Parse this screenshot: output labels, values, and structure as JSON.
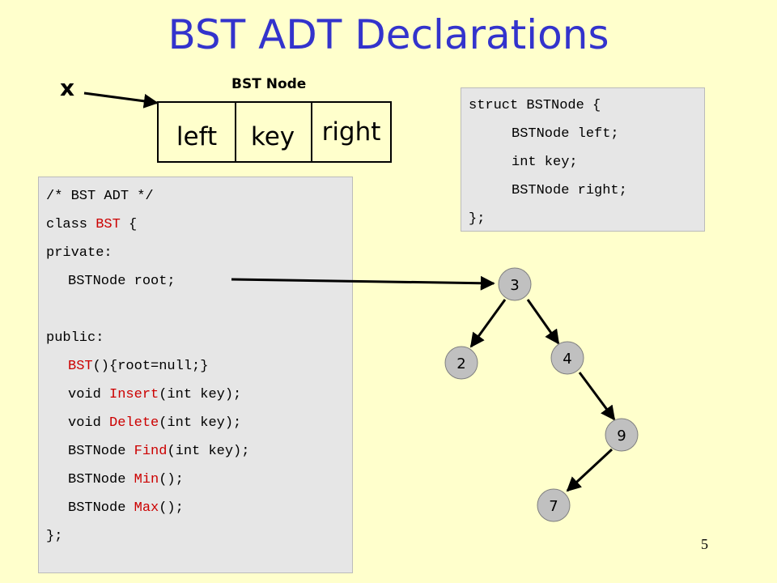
{
  "slide": {
    "title": "BST ADT Declarations",
    "page_number": "5"
  },
  "node_diagram": {
    "caption": "BST Node",
    "pointer_label": "x",
    "fields": [
      "left",
      "key",
      "right"
    ]
  },
  "struct_code": {
    "lines": [
      "struct BSTNode {",
      "BSTNode left;",
      "int key;",
      "BSTNode right;",
      "};"
    ]
  },
  "class_code": {
    "comment": "/* BST ADT */",
    "class_kw": "class",
    "class_name": "BST",
    "class_open": " {",
    "private_label": "private:",
    "root_decl": "BSTNode root;",
    "public_label": "public:",
    "ctor_name": "BST",
    "ctor_rest": "(){root=null;}",
    "methods": [
      {
        "ret": "void ",
        "name": "Insert",
        "args": "(int key);"
      },
      {
        "ret": "void ",
        "name": "Delete",
        "args": "(int key);"
      },
      {
        "ret": "BSTNode ",
        "name": "Find",
        "args": "(int key);"
      },
      {
        "ret": "BSTNode ",
        "name": "Min",
        "args": "();"
      },
      {
        "ret": "BSTNode ",
        "name": "Max",
        "args": "();"
      }
    ],
    "close": "};"
  },
  "tree": {
    "nodes": [
      "3",
      "2",
      "4",
      "9",
      "7"
    ],
    "node_fill": "#c0c0c0",
    "edge_color": "#000000"
  },
  "colors": {
    "background": "#ffffcc",
    "title": "#3333cc",
    "keyword": "#cc0000",
    "code_bg": "#e6e6e6"
  }
}
